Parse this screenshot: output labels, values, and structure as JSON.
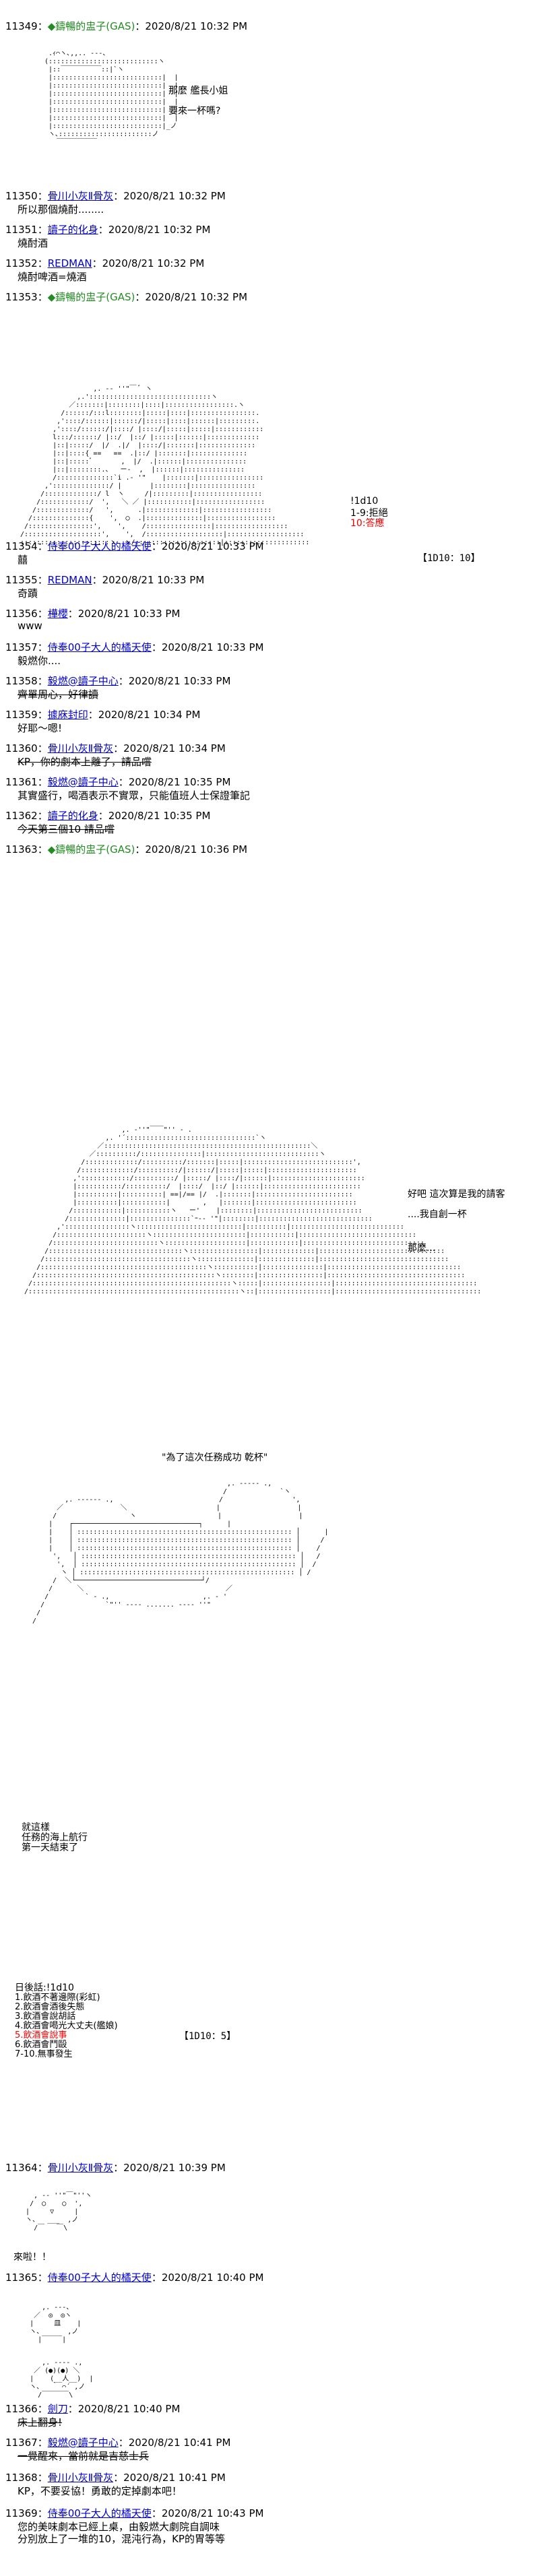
{
  "posts": [
    {
      "num": "11349：",
      "name": "◆鑄暢的盅子(GAS)",
      "date": "：2020/8/21 10:32 PM",
      "kind": "green"
    },
    {
      "num": "11350：",
      "name": "骨川小灰Ⅱ骨灰",
      "date": "：2020/8/21 10:32 PM",
      "kind": "blue",
      "body": "所以那個燒酎........"
    },
    {
      "num": "11351：",
      "name": "讀子的化身",
      "date": "：2020/8/21 10:32 PM",
      "kind": "blue",
      "body": "燒酎酒"
    },
    {
      "num": "11352：",
      "name": "REDMAN",
      "date": "：2020/8/21 10:32 PM",
      "kind": "blue",
      "body": "燒酎啤酒=燒酒"
    },
    {
      "num": "11353：",
      "name": "◆鑄暢的盅子(GAS)",
      "date": "：2020/8/21 10:32 PM",
      "kind": "green"
    },
    {
      "num": "11354：",
      "name": "侍奉00子大人的橘天使",
      "date": "：2020/8/21 10:33 PM",
      "kind": "blue",
      "body": "囍"
    },
    {
      "num": "11355：",
      "name": "REDMAN",
      "date": "：2020/8/21 10:33 PM",
      "kind": "blue",
      "body": "奇蹟"
    },
    {
      "num": "11356：",
      "name": "樺櫻",
      "date": "：2020/8/21 10:33 PM",
      "kind": "blue",
      "body": "www"
    },
    {
      "num": "11357：",
      "name": "侍奉00子大人的橘天使",
      "date": "：2020/8/21 10:33 PM",
      "kind": "blue",
      "body": "毅燃你...."
    },
    {
      "num": "11358：",
      "name": "毅燃@讀子中心",
      "date": "：2020/8/21 10:33 PM",
      "kind": "blue",
      "body": "齊單周心，好律讀",
      "strike": true
    },
    {
      "num": "11359：",
      "name": "據庥封印",
      "date": "：2020/8/21 10:34 PM",
      "kind": "blue",
      "body": "好耶～嗯!"
    },
    {
      "num": "11360：",
      "name": "骨川小灰Ⅱ骨灰",
      "date": "：2020/8/21 10:34 PM",
      "kind": "blue",
      "body": "KP，你的劇本上離了，請品嚐",
      "strike": true
    },
    {
      "num": "11361：",
      "name": "毅燃@讀子中心",
      "date": "：2020/8/21 10:35 PM",
      "kind": "blue",
      "body": "其實盛行，喝酒表示不實眾，只能值班人士保證筆記"
    },
    {
      "num": "11362：",
      "name": "讀子的化身",
      "date": "：2020/8/21 10:35 PM",
      "kind": "blue",
      "body": "今天第三個10 請品嚐",
      "strike": true
    },
    {
      "num": "11363：",
      "name": "◆鑄暢的盅子(GAS)",
      "date": "：2020/8/21 10:36 PM",
      "kind": "green"
    },
    {
      "num": "11364：",
      "name": "骨川小灰Ⅱ骨灰",
      "date": "：2020/8/21 10:39 PM",
      "kind": "blue"
    },
    {
      "num": "11365：",
      "name": "侍奉00子大人的橘天使",
      "date": "：2020/8/21 10:40 PM",
      "kind": "blue"
    },
    {
      "num": "11366：",
      "name": "劍刀",
      "date": "：2020/8/21 10:40 PM",
      "kind": "blue",
      "body": "床上翻身!",
      "strike": true
    },
    {
      "num": "11367：",
      "name": "毅燃@讀子中心",
      "date": "：2020/8/21 10:41 PM",
      "kind": "blue",
      "body": "一覺醒來，當前就是吉慈士兵",
      "strike": true
    },
    {
      "num": "11368：",
      "name": "骨川小灰Ⅱ骨灰",
      "date": "：2020/8/21 10:41 PM",
      "kind": "blue",
      "body": "KP，不要妥協！勇敢的定掉劇本吧！"
    },
    {
      "num": "11369：",
      "name": "侍奉00子大人的橘天使",
      "date": "：2020/8/21 10:43 PM",
      "kind": "blue",
      "body": "您的美味劇本已經上桌，由毅燃大劇院自調味",
      "body2": "分別放上了一堆的10，混沌行為，KP的胃等等"
    }
  ],
  "scene1": {
    "line1": "那麼 艦長小姐",
    "line2": "要來一杯嗎?"
  },
  "scene2": {
    "dice_cmd": "!1d10",
    "rule1": "1-9:拒絕",
    "rule2": "10:答應",
    "result": "【1D10：10】"
  },
  "scene3": {
    "line1": "好吧 這次算是我的請客",
    "line2": "....我自創一杯",
    "line3": "那麼..."
  },
  "scene4": {
    "caption": "\"為了這次任務成功 乾杯\""
  },
  "scene5": {
    "line1": "就這樣",
    "line2": "任務的海上航行",
    "line3": "第一天結束了"
  },
  "scene6": {
    "title": "日後話:!1d10",
    "items": [
      "1.飲酒不著邊際(彩虹)",
      "2.飲酒會酒後失態",
      "3.飲酒會說胡話",
      "4.飲酒會喝光大丈夫(艦娘)",
      "5.飲酒會說事",
      "6.飲酒會鬥毆",
      "7-10.無事發生"
    ],
    "result": "【1D10：5】"
  },
  "post11364_text": "來啦！！"
}
